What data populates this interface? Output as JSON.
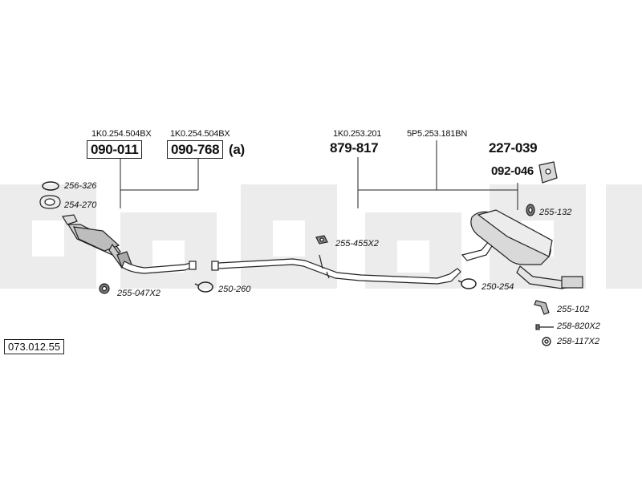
{
  "diagram": {
    "catalog_code": "073.012.55",
    "oe_numbers": [
      {
        "id": "oe1",
        "text": "1K0.254.504BX"
      },
      {
        "id": "oe2",
        "text": "1K0.254.504BX"
      },
      {
        "id": "oe3",
        "text": "1K0.253.201"
      },
      {
        "id": "oe4",
        "text": "5P5.253.181BN"
      }
    ],
    "part_numbers": [
      {
        "id": "pn1",
        "text": "090-011"
      },
      {
        "id": "pn2",
        "text": "090-768"
      },
      {
        "id": "pn2_suffix",
        "text": "(a)"
      },
      {
        "id": "pn3",
        "text": "879-817"
      },
      {
        "id": "pn4",
        "text": "227-039"
      },
      {
        "id": "pn5",
        "text": "092-046"
      }
    ],
    "accessories": [
      {
        "id": "a1",
        "text": "256-326",
        "icon": "ring-gasket-icon"
      },
      {
        "id": "a2",
        "text": "254-270",
        "icon": "flange-gasket-icon"
      },
      {
        "id": "a3",
        "text": "255-047X2",
        "icon": "rubber-mount-icon"
      },
      {
        "id": "a4",
        "text": "250-260",
        "icon": "clamp-icon"
      },
      {
        "id": "a5",
        "text": "255-455X2",
        "icon": "hanger-icon"
      },
      {
        "id": "a6",
        "text": "250-254",
        "icon": "clamp-icon"
      },
      {
        "id": "a7",
        "text": "255-132",
        "icon": "rubber-mount-icon"
      },
      {
        "id": "a8",
        "text": "255-102",
        "icon": "bracket-icon"
      },
      {
        "id": "a9",
        "text": "258-820X2",
        "icon": "bolt-icon"
      },
      {
        "id": "a10",
        "text": "258-117X2",
        "icon": "washer-icon"
      }
    ],
    "colors": {
      "line": "#222222",
      "watermark": "#ebebeb",
      "part_fill": "#d9d9d9"
    }
  }
}
